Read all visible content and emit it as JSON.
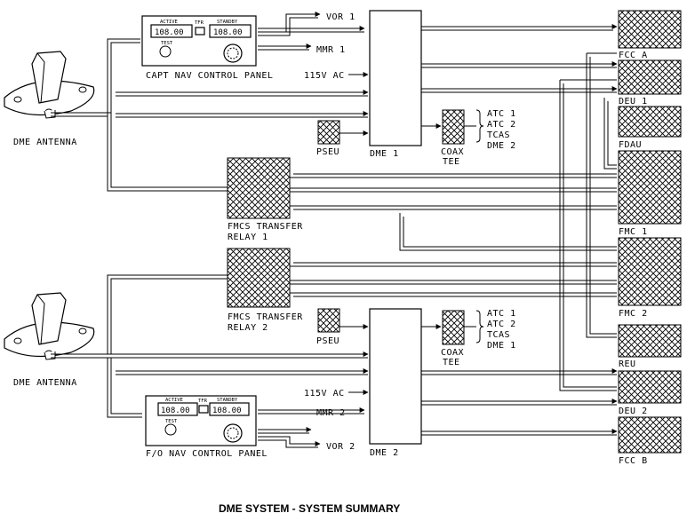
{
  "title": "DME SYSTEM - SYSTEM SUMMARY",
  "antennas": {
    "label": "DME ANTENNA"
  },
  "capt_panel": {
    "label": "CAPT NAV CONTROL PANEL",
    "active_label": "ACTIVE",
    "standby_label": "STANDBY",
    "active_freq": "108.00",
    "standby_freq": "108.00",
    "xfr_label": "TFR",
    "test_label": "TEST"
  },
  "fo_panel": {
    "label": "F/O NAV CONTROL PANEL",
    "active_label": "ACTIVE",
    "standby_label": "STANDBY",
    "active_freq": "108.00",
    "standby_freq": "108.00",
    "xfr_label": "TFR",
    "test_label": "TEST"
  },
  "signals": {
    "vor1": "VOR 1",
    "mmr1": "MMR 1",
    "ac1": "115V AC",
    "vor2": "VOR 2",
    "mmr2": "MMR 2",
    "ac2": "115V AC"
  },
  "units": {
    "dme1": "DME 1",
    "dme2": "DME 2",
    "pseu1": "PSEU",
    "pseu2": "PSEU",
    "coax1": [
      "COAX",
      "TEE"
    ],
    "coax2": [
      "COAX",
      "TEE"
    ],
    "relay1": [
      "FMCS TRANSFER",
      "RELAY 1"
    ],
    "relay2": [
      "FMCS TRANSFER",
      "RELAY 2"
    ]
  },
  "coax_outputs_1": [
    "ATC 1",
    "ATC 2",
    "TCAS",
    "DME 2"
  ],
  "coax_outputs_2": [
    "ATC 1",
    "ATC 2",
    "TCAS",
    "DME 1"
  ],
  "right_units": [
    "FCC A",
    "DEU 1",
    "FDAU",
    "FMC 1",
    "FMC 2",
    "REU",
    "DEU 2",
    "FCC B"
  ]
}
